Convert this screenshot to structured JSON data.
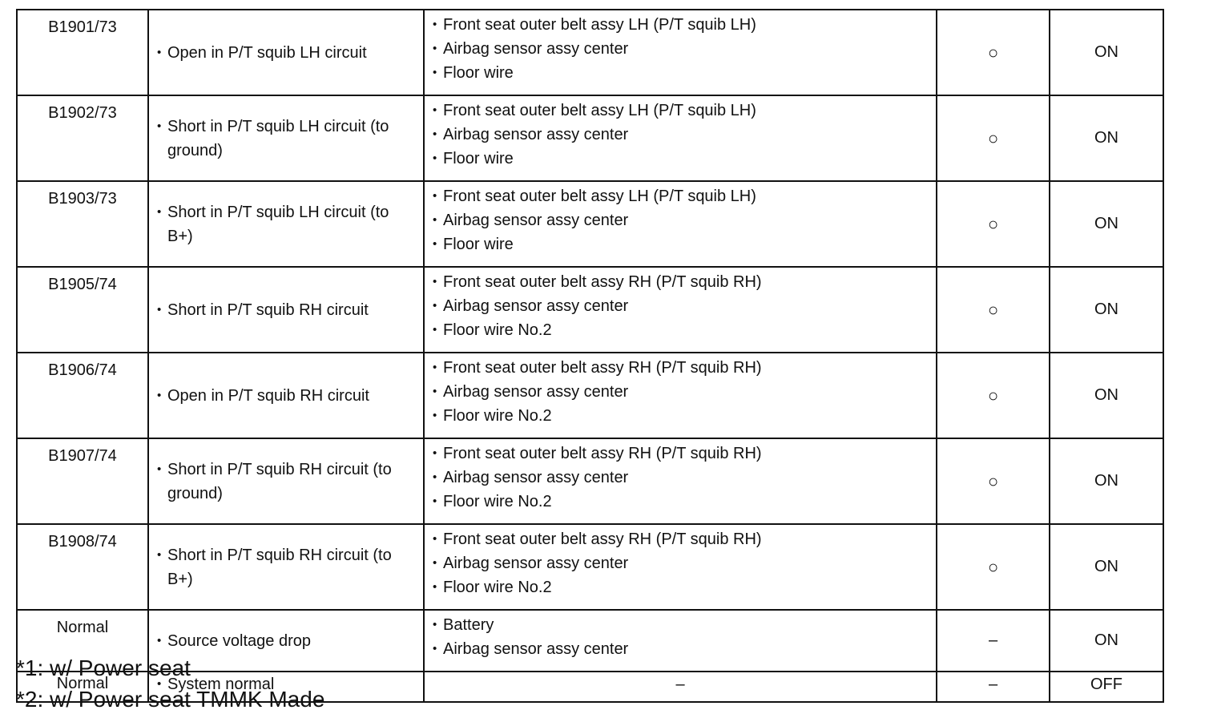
{
  "bullet": "•",
  "rows": [
    {
      "code": "B1901/73",
      "cause": "Open in P/T squib LH circuit",
      "parts": [
        "Front seat outer belt assy LH (P/T squib LH)",
        "Airbag sensor assy center",
        "Floor wire"
      ],
      "mark": "○",
      "status": "ON"
    },
    {
      "code": "B1902/73",
      "cause": "Short in P/T squib LH circuit (to ground)",
      "parts": [
        "Front seat outer belt assy LH (P/T squib LH)",
        "Airbag sensor assy center",
        "Floor wire"
      ],
      "mark": "○",
      "status": "ON"
    },
    {
      "code": "B1903/73",
      "cause": "Short in P/T squib LH circuit (to B+)",
      "parts": [
        "Front seat outer belt assy LH (P/T squib LH)",
        "Airbag sensor assy center",
        "Floor wire"
      ],
      "mark": "○",
      "status": "ON"
    },
    {
      "code": "B1905/74",
      "cause": "Short in P/T squib RH circuit",
      "parts": [
        "Front seat outer belt assy RH (P/T squib RH)",
        "Airbag sensor assy center",
        "Floor wire No.2"
      ],
      "mark": "○",
      "status": "ON"
    },
    {
      "code": "B1906/74",
      "cause": "Open in P/T squib RH circuit",
      "parts": [
        "Front seat outer belt assy RH (P/T squib RH)",
        "Airbag sensor assy center",
        "Floor wire No.2"
      ],
      "mark": "○",
      "status": "ON"
    },
    {
      "code": "B1907/74",
      "cause": "Short in P/T squib RH circuit (to ground)",
      "parts": [
        "Front seat outer belt assy RH (P/T squib RH)",
        "Airbag sensor assy center",
        "Floor wire No.2"
      ],
      "mark": "○",
      "status": "ON"
    },
    {
      "code": "B1908/74",
      "cause": "Short in P/T squib RH circuit (to B+)",
      "parts": [
        "Front seat outer belt assy RH (P/T squib RH)",
        "Airbag sensor assy center",
        "Floor wire No.2"
      ],
      "mark": "○",
      "status": "ON"
    },
    {
      "code": "Normal",
      "cause": "Source voltage drop",
      "parts": [
        "Battery",
        "Airbag sensor assy center"
      ],
      "mark": "–",
      "status": "ON"
    },
    {
      "code": "Normal",
      "cause": "System normal",
      "parts_text": "–",
      "mark": "–",
      "status": "OFF"
    }
  ],
  "footnotes": [
    "*1: w/ Power seat",
    "*2: w/ Power seat TMMK Made"
  ]
}
